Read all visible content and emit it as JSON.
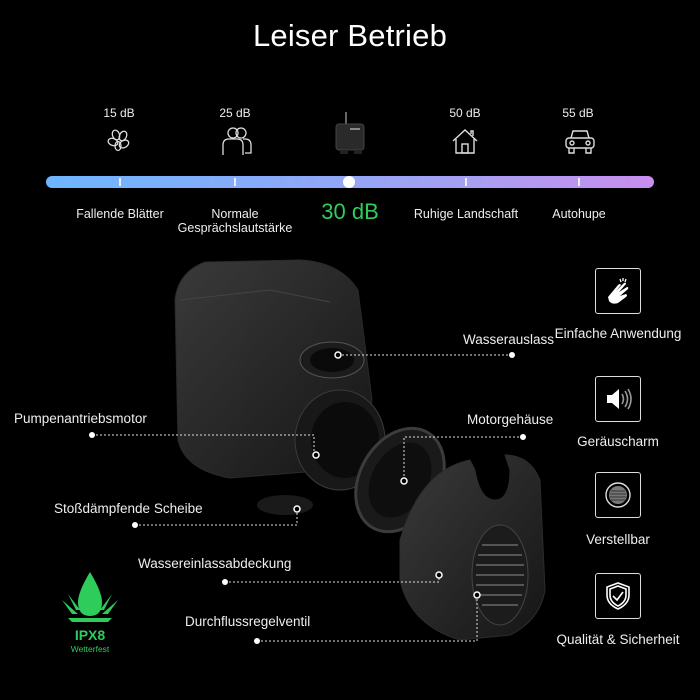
{
  "title": "Leiser Betrieb",
  "noise_scale": {
    "current": {
      "value": "30 dB",
      "color": "#2ecc5b",
      "icon": "pump-icon"
    },
    "levels": [
      {
        "db": "15 dB",
        "label": "Fallende Blätter",
        "icon": "leaf-icon"
      },
      {
        "db": "25 dB",
        "label": "Normale Gesprächslautstärke",
        "icon": "people-icon"
      },
      {
        "db": "50 dB",
        "label": "Ruhige Landschaft",
        "icon": "house-icon"
      },
      {
        "db": "55 dB",
        "label": "Autohupe",
        "icon": "car-icon"
      }
    ],
    "bar_colors": [
      "#6db6ff",
      "#c98ef0"
    ]
  },
  "parts": [
    {
      "label": "Wasserauslass"
    },
    {
      "label": "Pumpenantriebsmotor"
    },
    {
      "label": "Motorgehäuse"
    },
    {
      "label": "Stoßdämpfende Scheibe"
    },
    {
      "label": "Wassereinlassabdeckung"
    },
    {
      "label": "Durchflussregelventil"
    }
  ],
  "features": [
    {
      "label": "Einfache Anwendung",
      "icon": "hand-snap-icon"
    },
    {
      "label": "Geräuscharm",
      "icon": "speaker-icon"
    },
    {
      "label": "Verstellbar",
      "icon": "adjust-dial-icon"
    },
    {
      "label": "Qualität & Sicherheit",
      "icon": "shield-check-icon"
    }
  ],
  "badge": {
    "title": "IPX8",
    "subtitle": "Wetterfest",
    "color": "#2ecc5b"
  }
}
